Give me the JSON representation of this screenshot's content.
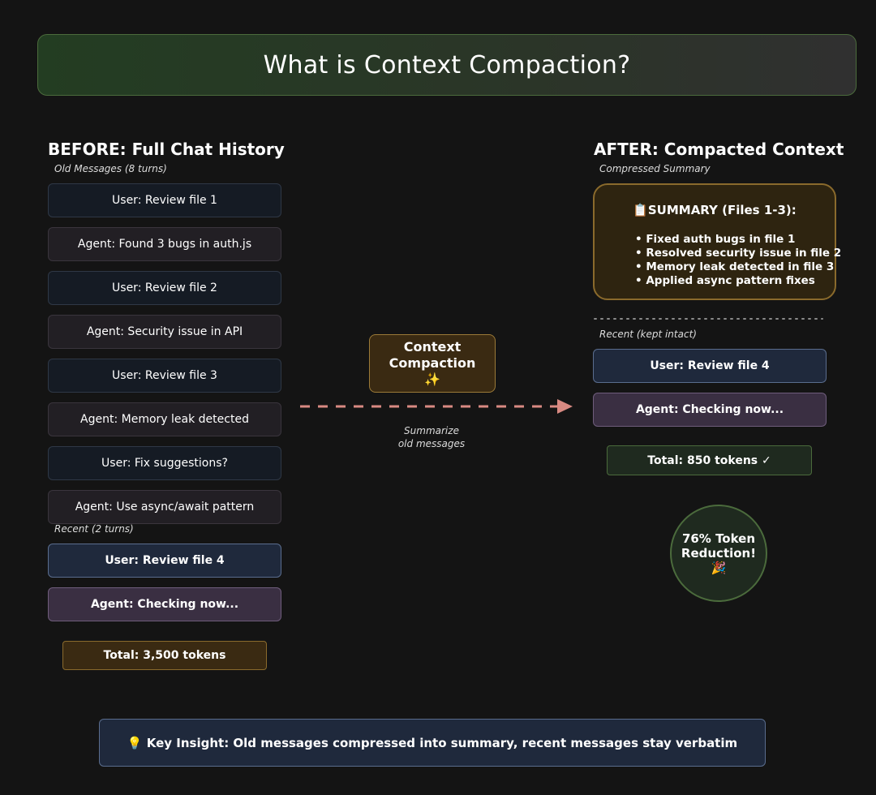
{
  "title": "What is Context Compaction?",
  "before": {
    "heading": "BEFORE: Full Chat History",
    "old_caption": "Old Messages (8 turns)",
    "old_messages": [
      {
        "role": "user",
        "text": "User: Review file 1"
      },
      {
        "role": "agent",
        "text": "Agent: Found 3 bugs in auth.js"
      },
      {
        "role": "user",
        "text": "User: Review file 2"
      },
      {
        "role": "agent",
        "text": "Agent: Security issue in API"
      },
      {
        "role": "user",
        "text": "User: Review file 3"
      },
      {
        "role": "agent",
        "text": "Agent: Memory leak detected"
      },
      {
        "role": "user",
        "text": "User: Fix suggestions?"
      },
      {
        "role": "agent",
        "text": "Agent: Use async/await pattern"
      }
    ],
    "recent_caption": "Recent (2 turns)",
    "recent_messages": [
      {
        "role": "user",
        "text": "User: Review file 4"
      },
      {
        "role": "agent",
        "text": "Agent: Checking now..."
      }
    ],
    "total": "Total: 3,500 tokens"
  },
  "compaction": {
    "label_line1": "Context",
    "label_line2": "Compaction",
    "emoji": "✨",
    "arrow_caption_line1": "Summarize",
    "arrow_caption_line2": "old messages",
    "arrow_color": "#d98a82"
  },
  "after": {
    "heading": "AFTER: Compacted Context",
    "summary_caption": "Compressed Summary",
    "summary_title": "📋SUMMARY (Files 1-3):",
    "summary_items": [
      "• Fixed auth bugs in file 1",
      "• Resolved security issue in file 2",
      "• Memory leak detected in file 3",
      "• Applied async pattern fixes"
    ],
    "recent_caption": "Recent (kept intact)",
    "recent_messages": [
      {
        "role": "user",
        "text": "User: Review file 4"
      },
      {
        "role": "agent",
        "text": "Agent: Checking now..."
      }
    ],
    "total": "Total: 850 tokens ✓",
    "reduction_line1": "76% Token",
    "reduction_line2": "Reduction! 🎉"
  },
  "insight": "💡 Key Insight: Old messages compressed into summary, recent messages stay verbatim"
}
